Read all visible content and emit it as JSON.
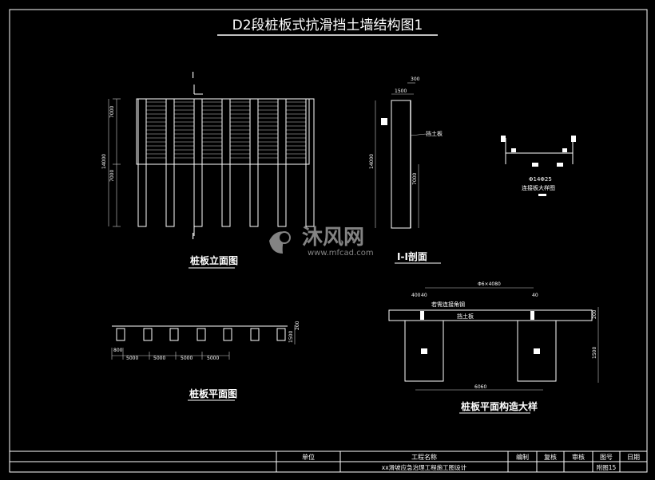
{
  "title": "D2段桩板式抗滑挡土墙结构图1",
  "elevation": {
    "section_mark_top": "I",
    "section_mark_bottom": "I",
    "dim_total": "14000",
    "dim_upper": "7000",
    "dim_lower": "7000",
    "caption": "桩板立面图"
  },
  "section": {
    "dim_top": "300",
    "dim_width": "1500",
    "dim_total": "14000",
    "dim_lower": "7000",
    "board_label": "挡土板",
    "caption": "I-I剖面"
  },
  "detail": {
    "label": "Φ14Φ25",
    "caption": "连接板大样图"
  },
  "plan": {
    "dim_start": "800",
    "dims": [
      "5000",
      "5000",
      "5000",
      "5000"
    ],
    "dim_right": "1500",
    "dim_right2": "200",
    "caption": "桩板平面图"
  },
  "plan_detail": {
    "dim_top": "Φ6×4080",
    "dim_left_a": "400",
    "dim_left_b": "40",
    "dim_right_a": "40",
    "note": "若需连接角钢",
    "board_label": "挡土板",
    "dim_bottom": "6060",
    "dim_right": "1500",
    "dim_right_small": "200",
    "caption": "桩板平面构造大样"
  },
  "watermark": {
    "text_cn": "沐风网",
    "text_url": "www.mfcad.com"
  },
  "titleblock": {
    "col_unit": "单位",
    "col_name": "工程名称",
    "project_name": "xx滑坡应急治理工程施工图设计",
    "col_draw": "编制",
    "col_review": "复核",
    "col_audit": "审核",
    "col_fig": "图号",
    "col_date": "日期",
    "fig_no": "附图15"
  }
}
